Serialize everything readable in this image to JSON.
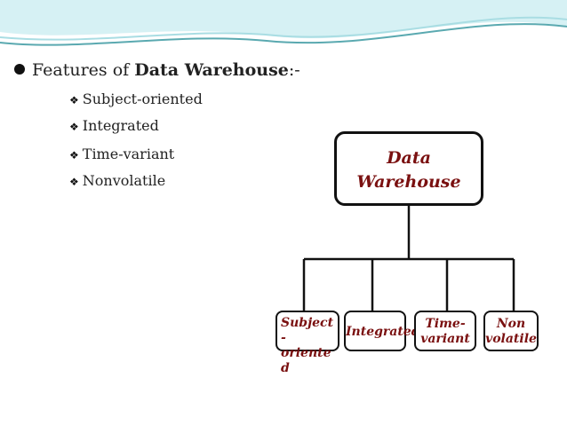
{
  "heading": {
    "prefix": "Features of ",
    "bold": "Data Warehouse",
    "suffix": ":-"
  },
  "features": [
    "Subject-oriented",
    "Integrated",
    "Time-variant",
    "Nonvolatile"
  ],
  "diagram": {
    "root": {
      "line1": "Data",
      "line2": "Warehouse"
    },
    "leaves": {
      "subject": [
        "Subject",
        "-",
        "oriente",
        "d"
      ],
      "integrated": "Integrated",
      "time": [
        "Time-",
        "variant"
      ],
      "non": [
        "Non",
        "volatile"
      ]
    }
  },
  "colors": {
    "box_text": "#7a1010",
    "wave_teal": "#5aa9b0",
    "wave_light": "#a9dde3"
  }
}
